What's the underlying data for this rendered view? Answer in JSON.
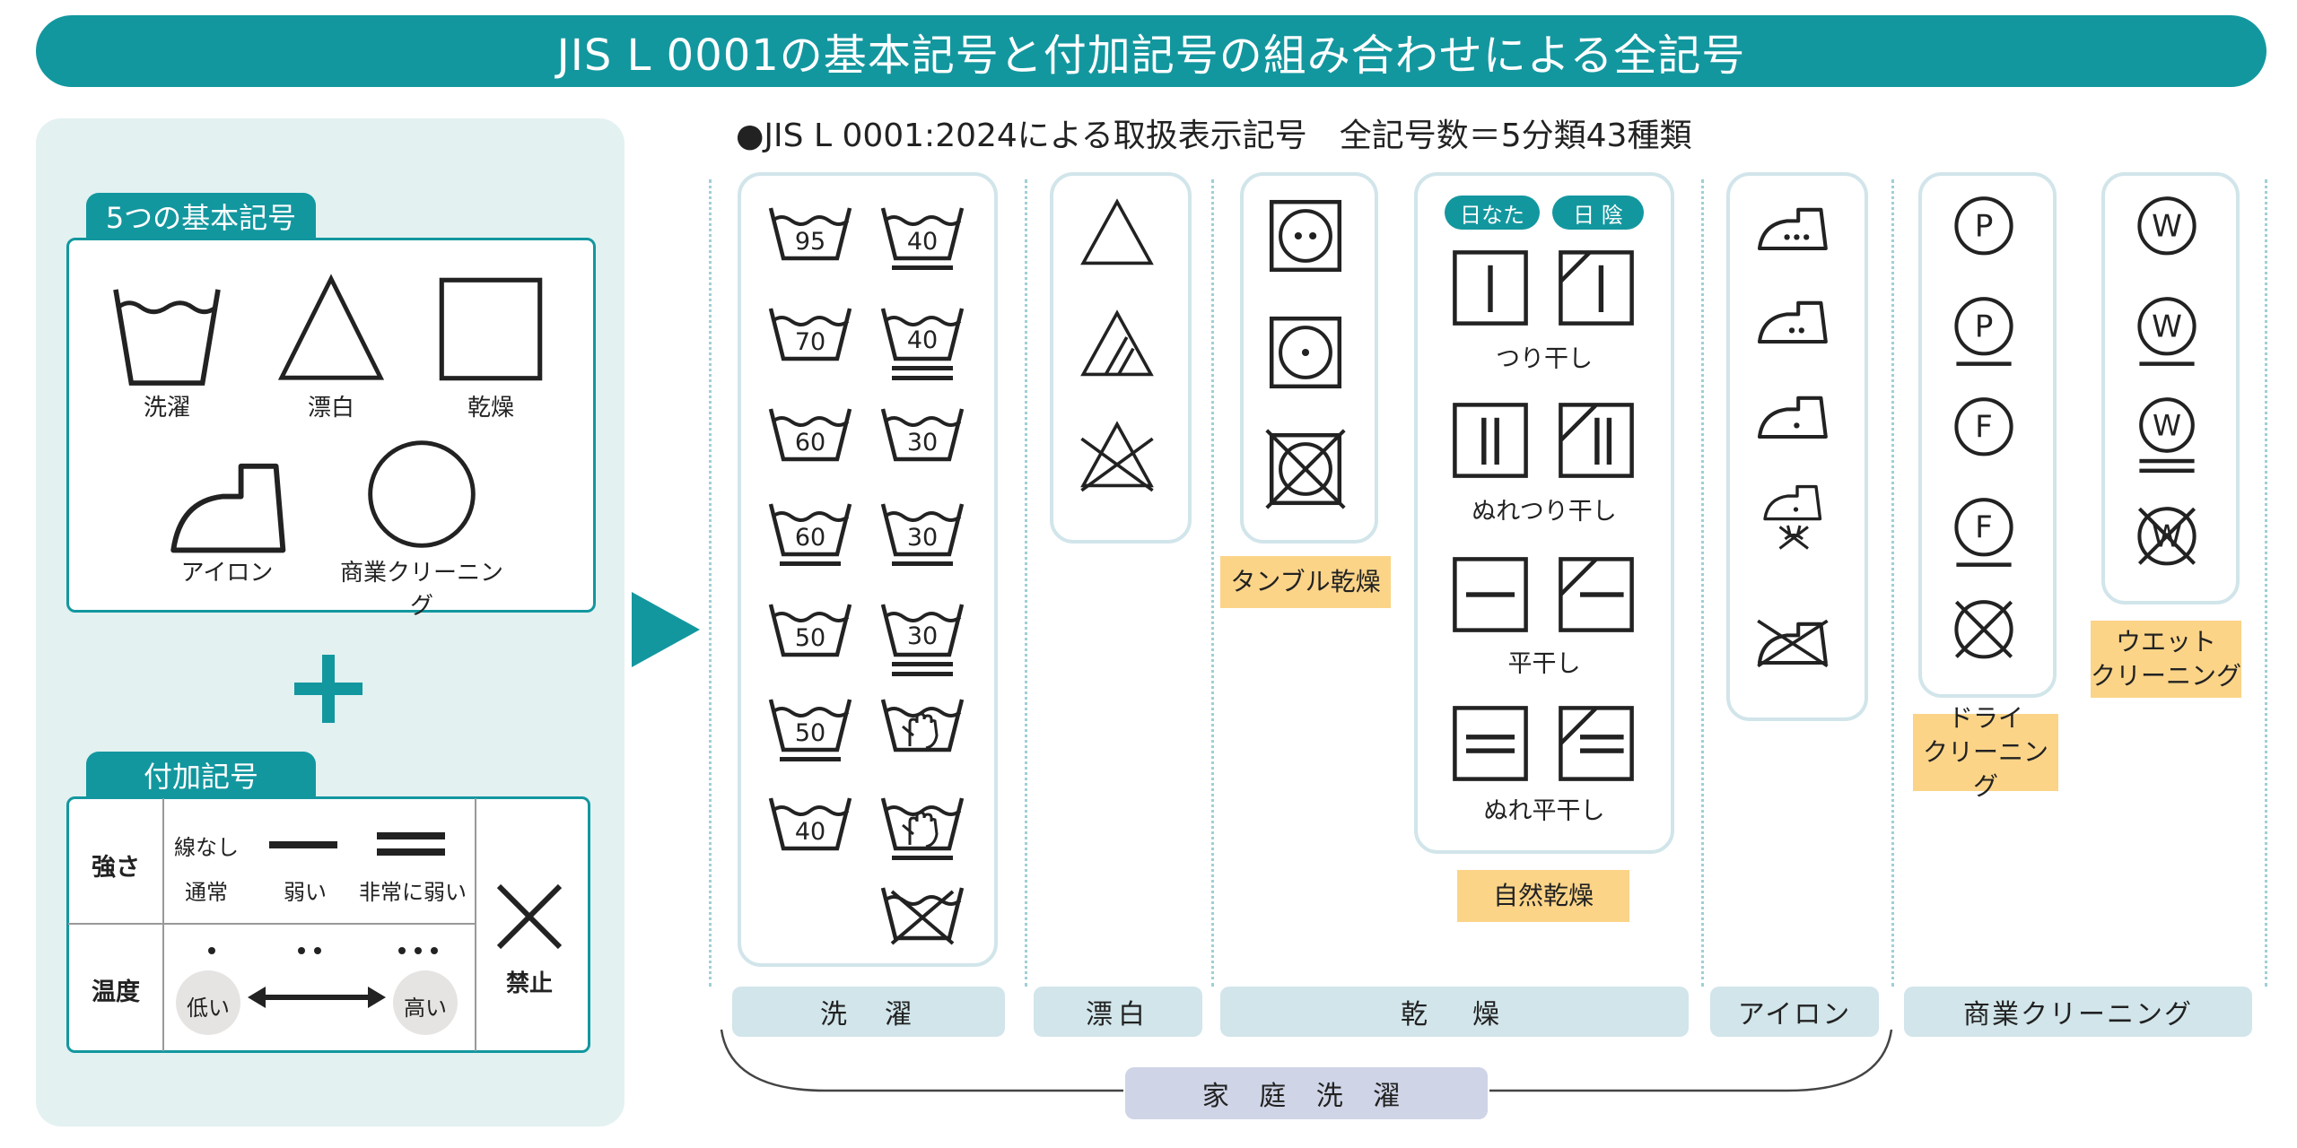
{
  "title": "JIS L 0001の基本記号と付加記号の組み合わせによる全記号",
  "subtitle": "●JIS L 0001:2024による取扱表示記号　全記号数＝5分類43種類",
  "basic": {
    "heading": "5つの基本記号",
    "washing": "洗濯",
    "bleaching": "漂白",
    "drying": "乾燥",
    "ironing": "アイロン",
    "cleaning": "商業クリーニング"
  },
  "plus": "+",
  "additional": {
    "heading": "付加記号",
    "strength": "強さ",
    "no_line": "線なし",
    "normal": "通常",
    "weak": "弱い",
    "very_weak": "非常に弱い",
    "temperature": "温度",
    "low": "低い",
    "high": "高い",
    "prohibited": "禁止"
  },
  "washing_temps": {
    "left": [
      "95",
      "70",
      "60",
      "60",
      "50",
      "50",
      "40"
    ],
    "right": [
      "40",
      "40",
      "30",
      "30",
      "30"
    ]
  },
  "drying": {
    "sun": "日なた",
    "shade": "日 陰",
    "hang": "つり干し",
    "wet_hang": "ぬれつり干し",
    "flat": "平干し",
    "wet_flat": "ぬれ平干し",
    "tumble": "タンブル乾燥",
    "natural": "自然乾燥"
  },
  "cleaning": {
    "p": "P",
    "f": "F",
    "w": "W",
    "dry": "ドライ\nクリーニング",
    "wet": "ウエット\nクリーニング"
  },
  "categories": {
    "washing": "洗　濯",
    "bleaching": "漂白",
    "drying": "乾　燥",
    "ironing": "アイロン",
    "commercial": "商業クリーニング",
    "home": "家 庭 洗 濯"
  },
  "colors": {
    "teal": "#13979f",
    "panel_bg": "#e3f1f1",
    "column_border": "#d1e5ea",
    "note_bg": "#fbd488",
    "home_bg": "#cfd4e6"
  }
}
